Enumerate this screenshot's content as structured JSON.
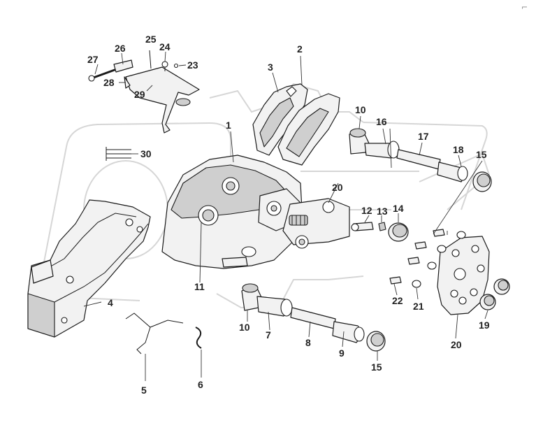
{
  "corner_mark": "⌐",
  "callouts": [
    {
      "id": "c1",
      "text": "1"
    },
    {
      "id": "c2",
      "text": "2"
    },
    {
      "id": "c3",
      "text": "3"
    },
    {
      "id": "c4",
      "text": "4"
    },
    {
      "id": "c5",
      "text": "5"
    },
    {
      "id": "c6",
      "text": "6"
    },
    {
      "id": "c7",
      "text": "7"
    },
    {
      "id": "c8",
      "text": "8"
    },
    {
      "id": "c9",
      "text": "9"
    },
    {
      "id": "c10a",
      "text": "10"
    },
    {
      "id": "c10b",
      "text": "10"
    },
    {
      "id": "c11",
      "text": "11"
    },
    {
      "id": "c12",
      "text": "12"
    },
    {
      "id": "c13",
      "text": "13"
    },
    {
      "id": "c14",
      "text": "14"
    },
    {
      "id": "c15a",
      "text": "15"
    },
    {
      "id": "c15b",
      "text": "15"
    },
    {
      "id": "c16",
      "text": "16"
    },
    {
      "id": "c17",
      "text": "17"
    },
    {
      "id": "c18",
      "text": "18"
    },
    {
      "id": "c19",
      "text": "19"
    },
    {
      "id": "c20a",
      "text": "20"
    },
    {
      "id": "c20b",
      "text": "20"
    },
    {
      "id": "c21",
      "text": "21"
    },
    {
      "id": "c22",
      "text": "22"
    },
    {
      "id": "c23",
      "text": "23"
    },
    {
      "id": "c24",
      "text": "24"
    },
    {
      "id": "c25",
      "text": "25"
    },
    {
      "id": "c26",
      "text": "26"
    },
    {
      "id": "c27",
      "text": "27"
    },
    {
      "id": "c28",
      "text": "28"
    },
    {
      "id": "c29",
      "text": "29"
    },
    {
      "id": "c30",
      "text": "30"
    }
  ]
}
